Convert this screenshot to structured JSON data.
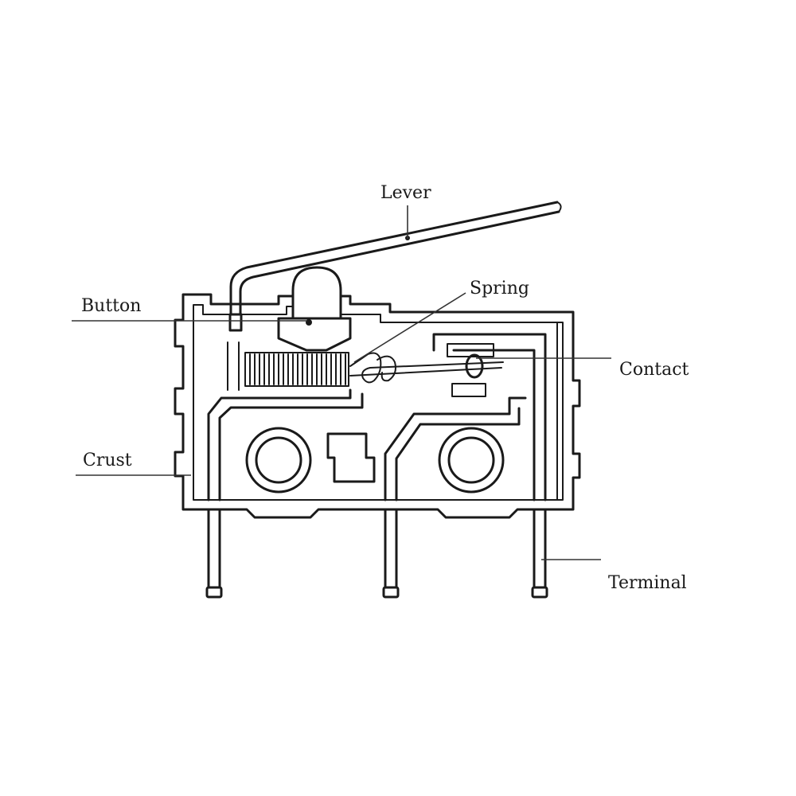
{
  "labels": {
    "lever": "Lever",
    "spring": "Spring",
    "button": "Button",
    "contact": "Contact",
    "crust": "Crust",
    "terminal": "Terminal"
  },
  "colors": {
    "line": "#1a1a1a",
    "background": "#ffffff"
  }
}
